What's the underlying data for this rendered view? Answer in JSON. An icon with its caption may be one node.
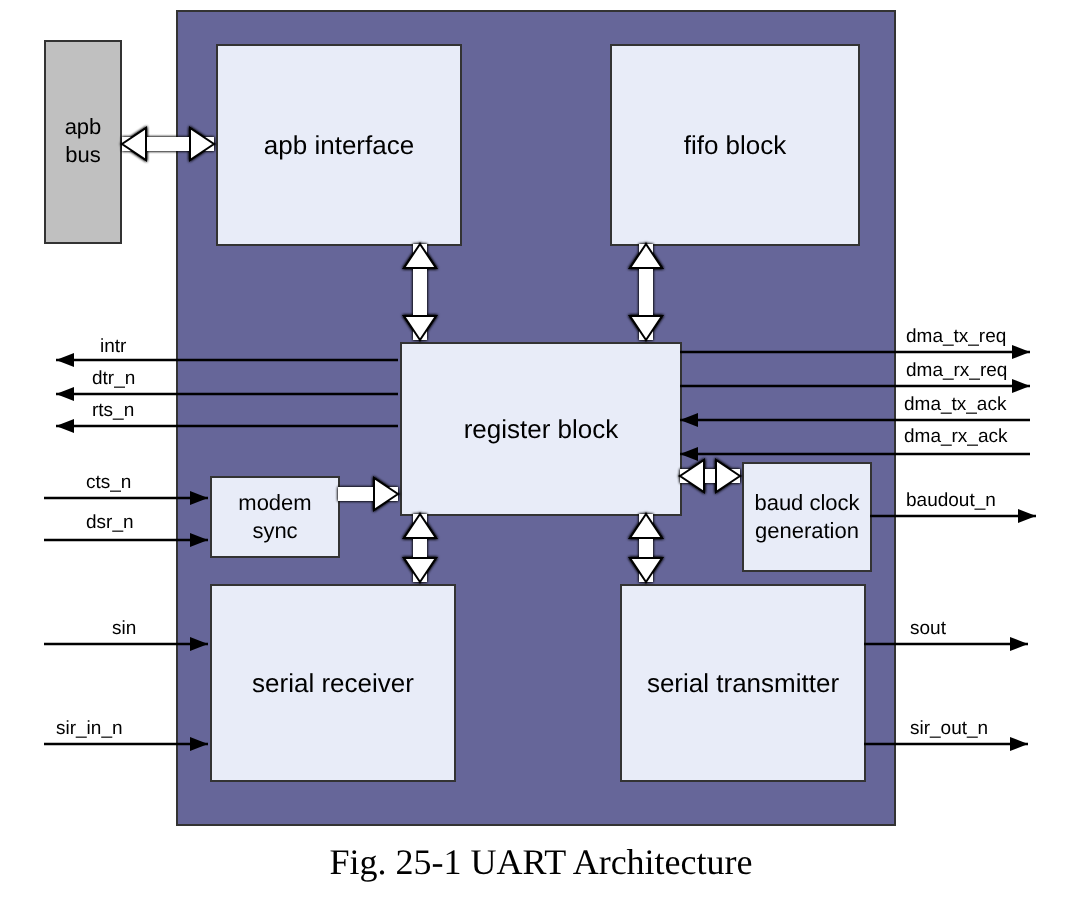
{
  "diagram": {
    "caption": "Fig. 25-1 UART Architecture",
    "nodes": [
      {
        "text": [],
        "shape": "box"
      },
      {
        "text": [
          "apb bus"
        ]
      },
      {
        "text": [
          "apb interface"
        ],
        "in": 0
      },
      {
        "text": [
          "fifo block"
        ],
        "in": 0
      },
      {
        "text": [
          "register block"
        ],
        "in": 0
      },
      {
        "text": [
          "modem sync"
        ],
        "in": 0
      },
      {
        "text": [
          "baud clock generation"
        ],
        "in": 0
      },
      {
        "text": [
          "serial receiver"
        ],
        "in": 0
      },
      {
        "text": [
          "serial transmitter"
        ],
        "in": 0
      }
    ],
    "edges": [
      {
        "from": 1,
        "to": 2,
        "arrow": "both",
        "style": "thick",
        "color": "#ffffff"
      },
      {
        "from": 4,
        "to": 2,
        "arrow": "both",
        "style": "thick",
        "color": "#ffffff"
      },
      {
        "from": 4,
        "to": 3,
        "arrow": "both",
        "style": "thick",
        "color": "#ffffff"
      },
      {
        "from": 4,
        "to": null,
        "arrow": "to",
        "label": "intr"
      },
      {
        "from": 4,
        "to": null,
        "arrow": "to",
        "label": "dtr_n"
      },
      {
        "from": 4,
        "to": null,
        "arrow": "to",
        "label": "rts_n"
      },
      {
        "from": null,
        "to": 5,
        "arrow": "to",
        "label": "cts_n"
      },
      {
        "from": null,
        "to": 5,
        "arrow": "to",
        "label": "dsr_n"
      },
      {
        "from": 5,
        "to": 4,
        "arrow": "to",
        "style": "thick",
        "color": "#ffffff"
      },
      {
        "from": 4,
        "to": null,
        "arrow": "to",
        "label": "dma_tx_req"
      },
      {
        "from": 4,
        "to": null,
        "arrow": "to",
        "label": "dma_rx_req"
      },
      {
        "from": null,
        "to": 4,
        "arrow": "to",
        "label": "dma_tx_ack"
      },
      {
        "from": null,
        "to": 4,
        "arrow": "to",
        "label": "dma_rx_ack"
      },
      {
        "from": 4,
        "to": 6,
        "arrow": "both",
        "style": "thick",
        "color": "#ffffff"
      },
      {
        "from": 6,
        "to": null,
        "arrow": "to",
        "label": "baudout_n"
      },
      {
        "from": 4,
        "to": 7,
        "arrow": "both",
        "style": "thick",
        "color": "#ffffff"
      },
      {
        "from": 4,
        "to": 8,
        "arrow": "both",
        "style": "thick",
        "color": "#ffffff"
      },
      {
        "from": null,
        "to": 7,
        "arrow": "to",
        "label": "sin"
      },
      {
        "from": null,
        "to": 7,
        "arrow": "to",
        "label": "sir_in_n"
      },
      {
        "from": 8,
        "to": null,
        "arrow": "to",
        "label": "sout"
      },
      {
        "from": 8,
        "to": null,
        "arrow": "to",
        "label": "sir_out_n"
      }
    ]
  }
}
